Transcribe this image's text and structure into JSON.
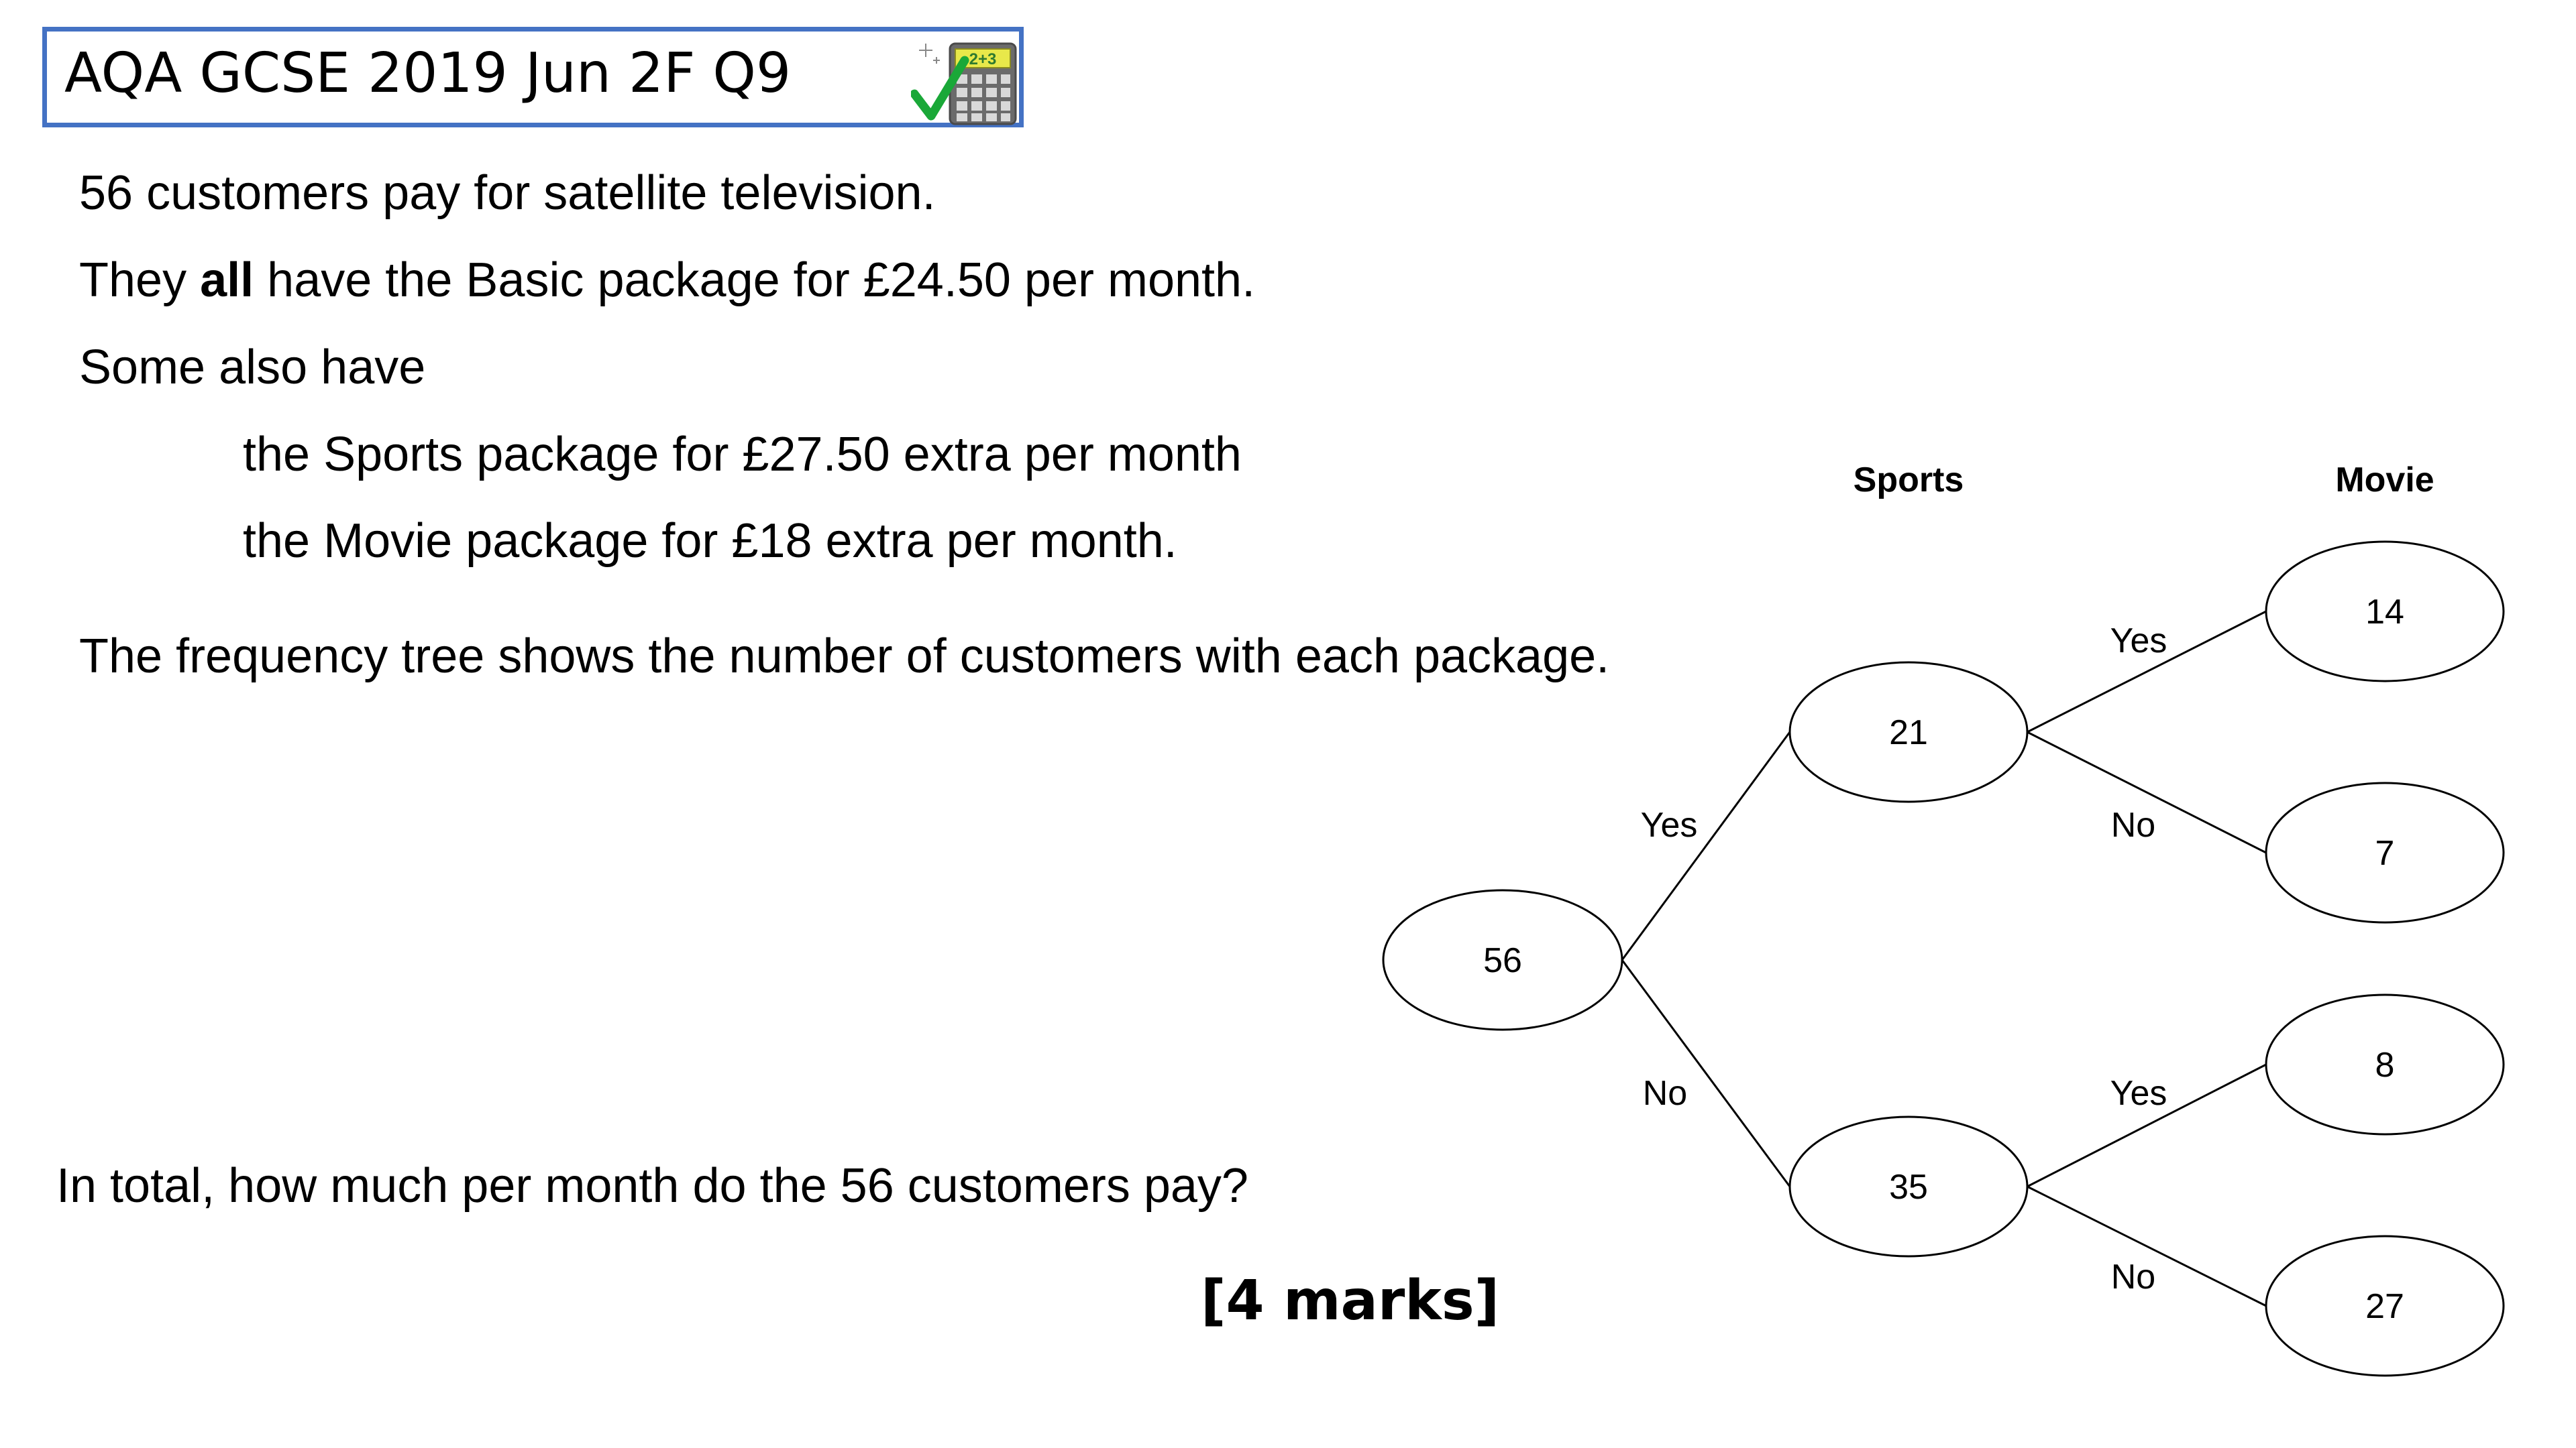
{
  "header": {
    "title": "AQA GCSE 2019 Jun 2F Q9",
    "calculator_icon_text": "2+3",
    "icon": "calculator-allowed-icon"
  },
  "question": {
    "line1": "56 customers pay for satellite television.",
    "line2_pre": "They ",
    "line2_bold": "all",
    "line2_post": " have the Basic package for £24.50 per month.",
    "line3": "Some also have",
    "line4": "the Sports package for £27.50 extra per month",
    "line5": "the Movie package for £18 extra per month.",
    "line6": "The frequency tree shows the number of customers with each package.",
    "prompt": "In total, how much per month do the 56 customers pay?",
    "marks": "[4 marks]"
  },
  "tree": {
    "header_sports": "Sports",
    "header_movie": "Movie",
    "root": "56",
    "sports_yes": "21",
    "sports_no": "35",
    "sports_yes_movie_yes": "14",
    "sports_yes_movie_no": "7",
    "sports_no_movie_yes": "8",
    "sports_no_movie_no": "27",
    "label_yes": "Yes",
    "label_no": "No"
  }
}
